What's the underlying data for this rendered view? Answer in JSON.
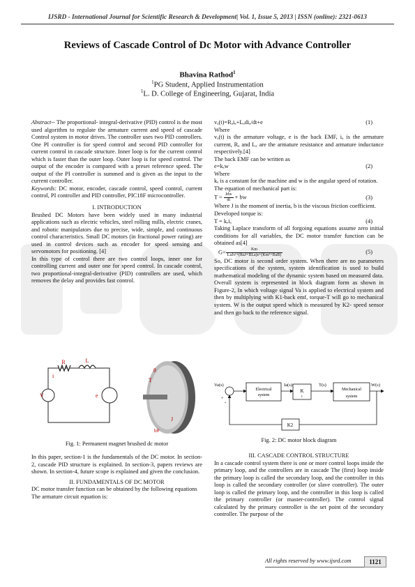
{
  "header": {
    "text": "IJSRD - International Journal for Scientific Research & Development| Vol. 1, Issue 5, 2013 | ISSN (online): 2321-0613"
  },
  "title": "Reviews of Cascade Control of Dc Motor with Advance Controller",
  "author": {
    "name": "Bhavina Rathod",
    "sup": "1"
  },
  "affiliations": [
    {
      "sup": "1",
      "text": "PG Student, Applied Instrumentation"
    },
    {
      "sup": "1",
      "text": "L. D. College of Engineering, Gujarat, India"
    }
  ],
  "abstract": {
    "label": "Abstract--",
    "text": " The proportional- integral-derivative (PID) control is the most used algorithm to regulate the armature current and speed of cascade Control system in motor drives. The controller uses two PID controllers. One PI controller is for speed control and second PID controller for current control in cascade structure. Inner loop is for the current control which is faster than the outer loop. Outer loop is for speed control. The output of the encoder is compared with a preset reference speed. The output of the PI controller is summed and is given as the input to the current controller.",
    "keywords_label": "Keywords:",
    "keywords": " DC motor, encoder, cascade control, speed control, current control, PI controller and PID controller, PIC18F microcontroller."
  },
  "sections": {
    "intro_heading": "I.    INTRODUCTION",
    "intro_p1": "Brushed DC Motors have been widely used in many industrial applications such as electric vehicles, steel rolling mills, electric cranes, and robotic manipulators due to precise, wide, simple, and continuous control characteristics. Small DC motors (in fractional power rating) are used in control devices such as encoder for speed sensing and servomotors for positioning. [4]",
    "intro_p2": "In this type of control there are two control loops, inner one for controlling current and outer one for speed control. In cascade control, two proportional-integral-derivative (PID) controllers are used, which removes the delay and provides fast control.",
    "fig1_caption": "Fig. 1: Permanent magnet brushed dc motor",
    "intro_p3": "In this paper, section-1 is the fundamentals of the DC motor. In section-2, cascade PID structure is explained. In section-3, papers reviews are shown. In section-4, future scope is explained and given the conclusion.",
    "fund_heading": "II.    FUNDAMENTALS OF DC MOTOR",
    "fund_p1": "DC motor transfer function can be obtained by the following equations",
    "fund_p2": "The armature circuit equation is:",
    "eq1": "vₐ(t)=Rₐiₐ+Lₐdiₐ/dt+e",
    "eq1_no": "(1)",
    "where1": "Where",
    "where1_text": "vₐ(t) is the armature voltage, e is the back EMF, iₐ is the armature current, Rₐ and Lₐ are the armature resistance and armature inductance respectively.[4]",
    "backemf": "The back EMF can be written as",
    "eq2": "e=kₑw",
    "eq2_no": "(2)",
    "where2": "Where",
    "where2_text": "kₑ is a constant for the machine and w is the angular speed of rotation.",
    "mech": "The equation of mechanical part is:",
    "eq3_lhs": "T = ",
    "eq3_num": "Jdw",
    "eq3_den": "dt",
    "eq3_rhs": " + bw",
    "eq3_no": "(3)",
    "mech_where": "Where J is the moment of inertia, b is the viscous friction coefficient.",
    "torque": "Developed torque is:",
    "eq4": "T = kₑiₐ",
    "eq4_no": "(4)",
    "laplace": "Taking Laplace transform of all forgoing equations assume zero initial conditions for all variables, the DC motor transfer function can be obtained as[4]",
    "eq5_lhs": "G=",
    "eq5_num": "Km",
    "eq5_den": "LaJs²+(RaJ+BLa)s+(Km²+RaB)",
    "eq5_no": "(5)",
    "so_p": "So, DC motor is second order system. When there are no parameters specifications of the system, system identification is used to build mathematical modeling of the dynamic system based on measured data. Overall system is represented in block diagram form as shown in Figure-2, In which voltage signal Va is applied to electrical system and then by multiplying with K1-back emf, torque-T will go to mechanical system. W is the output speed which is measured by K2- speed sensor and then go back to the reference signal.",
    "fig2_caption": "Fig. 2: DC motor block diagram",
    "casc_heading": "III.    CASCADE CONTROL STRUCTURE",
    "casc_p": "In a cascade control system there is one or more control loops inside the primary loop, and the controllers are in cascade The (first) loop inside the primary loop is called the secondary loop, and the controller in this loop is called the secondary controller (or slave controller). The outer loop is called the primary loop, and the controller in this loop is called the primary controller (or master-controller). The control signal calculated by the primary controller is the set point of the secondary controller. The purpose of the"
  },
  "fig1": {
    "r_label": "R",
    "l_label": "L",
    "i_label": "i",
    "v_label": "V",
    "e_label": "e",
    "j_label": "J",
    "theta_label": "θ",
    "b_label": "bθ̇",
    "tau_label": "T"
  },
  "fig2": {
    "input": "Va(s)",
    "plus": "+",
    "minus": "-",
    "block1_l1": "Electrical",
    "block1_l2": "system",
    "ia": "Ia(s)",
    "k_l1": "K",
    "k_l2": "t",
    "ts": "T(s)",
    "block3_l1": "Mechanical",
    "block3_l2": "system",
    "ws": "W(s)",
    "k2": "K2"
  },
  "footer": {
    "rights": "All rights reserved by www.ijsrd.com",
    "page": "1121"
  }
}
